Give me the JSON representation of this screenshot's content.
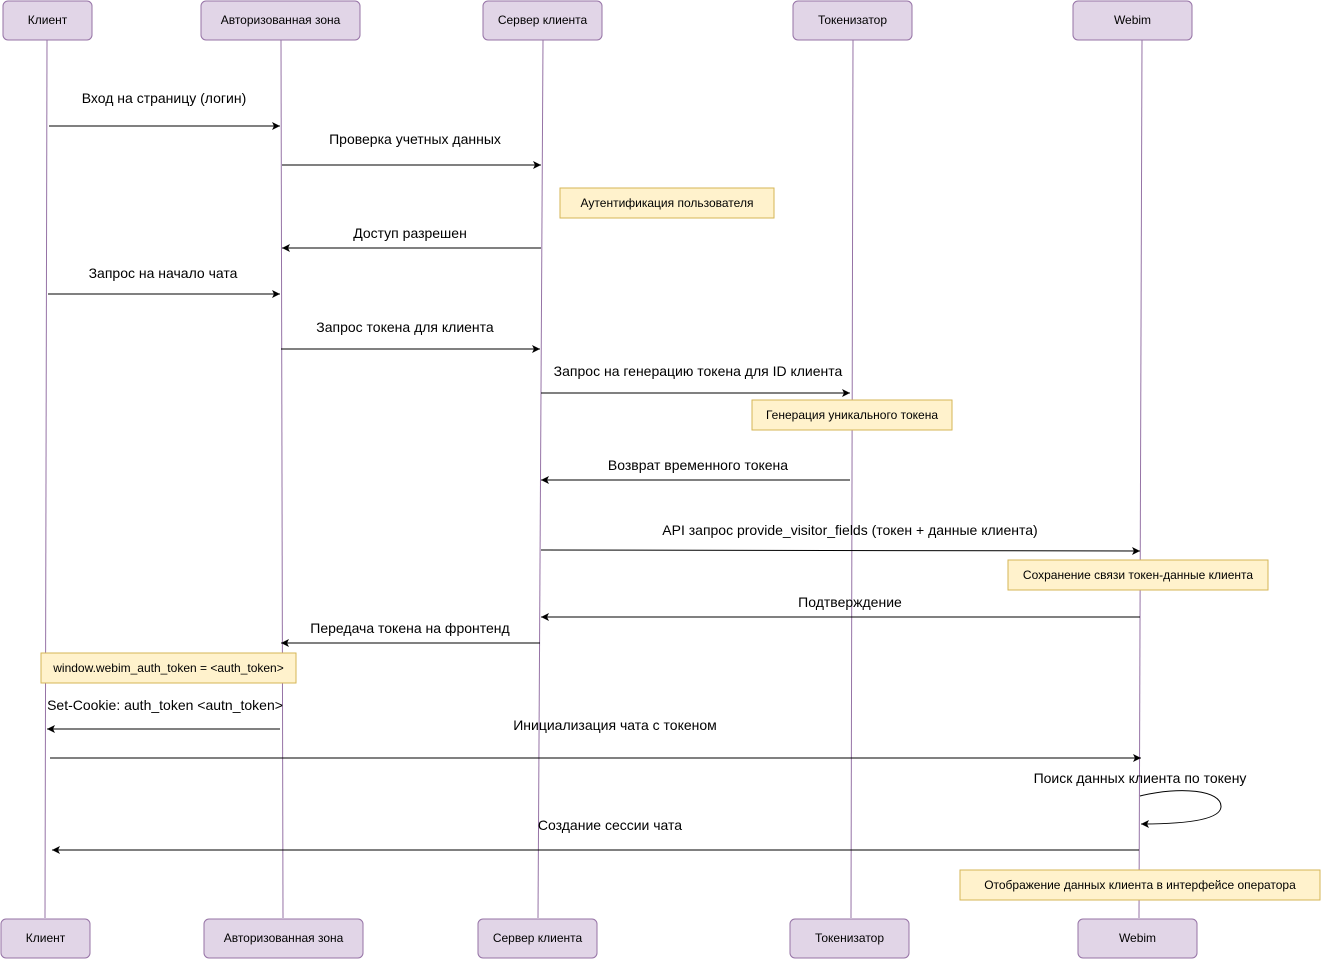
{
  "participants": {
    "top": [
      "Клиент",
      "Авторизованная зона",
      "Сервер клиента",
      "Токенизатор",
      "Webim"
    ],
    "bottom": [
      "Клиент",
      "Авторизованная зона",
      "Сервер клиента",
      "Токенизатор",
      "Webim"
    ]
  },
  "messages": [
    "Вход на страницу (логин)",
    "Проверка учетных данных",
    "Доступ разрешен",
    "Запрос на начало чата",
    "Запрос токена для клиента",
    "Запрос на генерацию токена для ID клиента",
    "Возврат временного токена",
    "API запрос provide_visitor_fields (токен + данные клиента)",
    "Подтверждение",
    "Передача токена на фронтенд",
    "Set-Cookie: auth_token <autn_token>",
    "Инициализация чата с токеном",
    "Поиск данных клиента по токену",
    "Создание сессии чата"
  ],
  "notes": [
    "Аутентификация пользователя",
    "Генерация уникального токена",
    "Сохранение связи токен-данные клиента",
    "window.webim_auth_token = <auth_token>",
    "Отображение данных клиента в интерфейсе оператора"
  ],
  "colors": {
    "participant_fill": "#e1d5e7",
    "participant_stroke": "#9673a6",
    "note_fill": "#fff2cc",
    "note_stroke": "#d6b656",
    "lifeline": "#9673a6",
    "arrow": "#000000"
  }
}
